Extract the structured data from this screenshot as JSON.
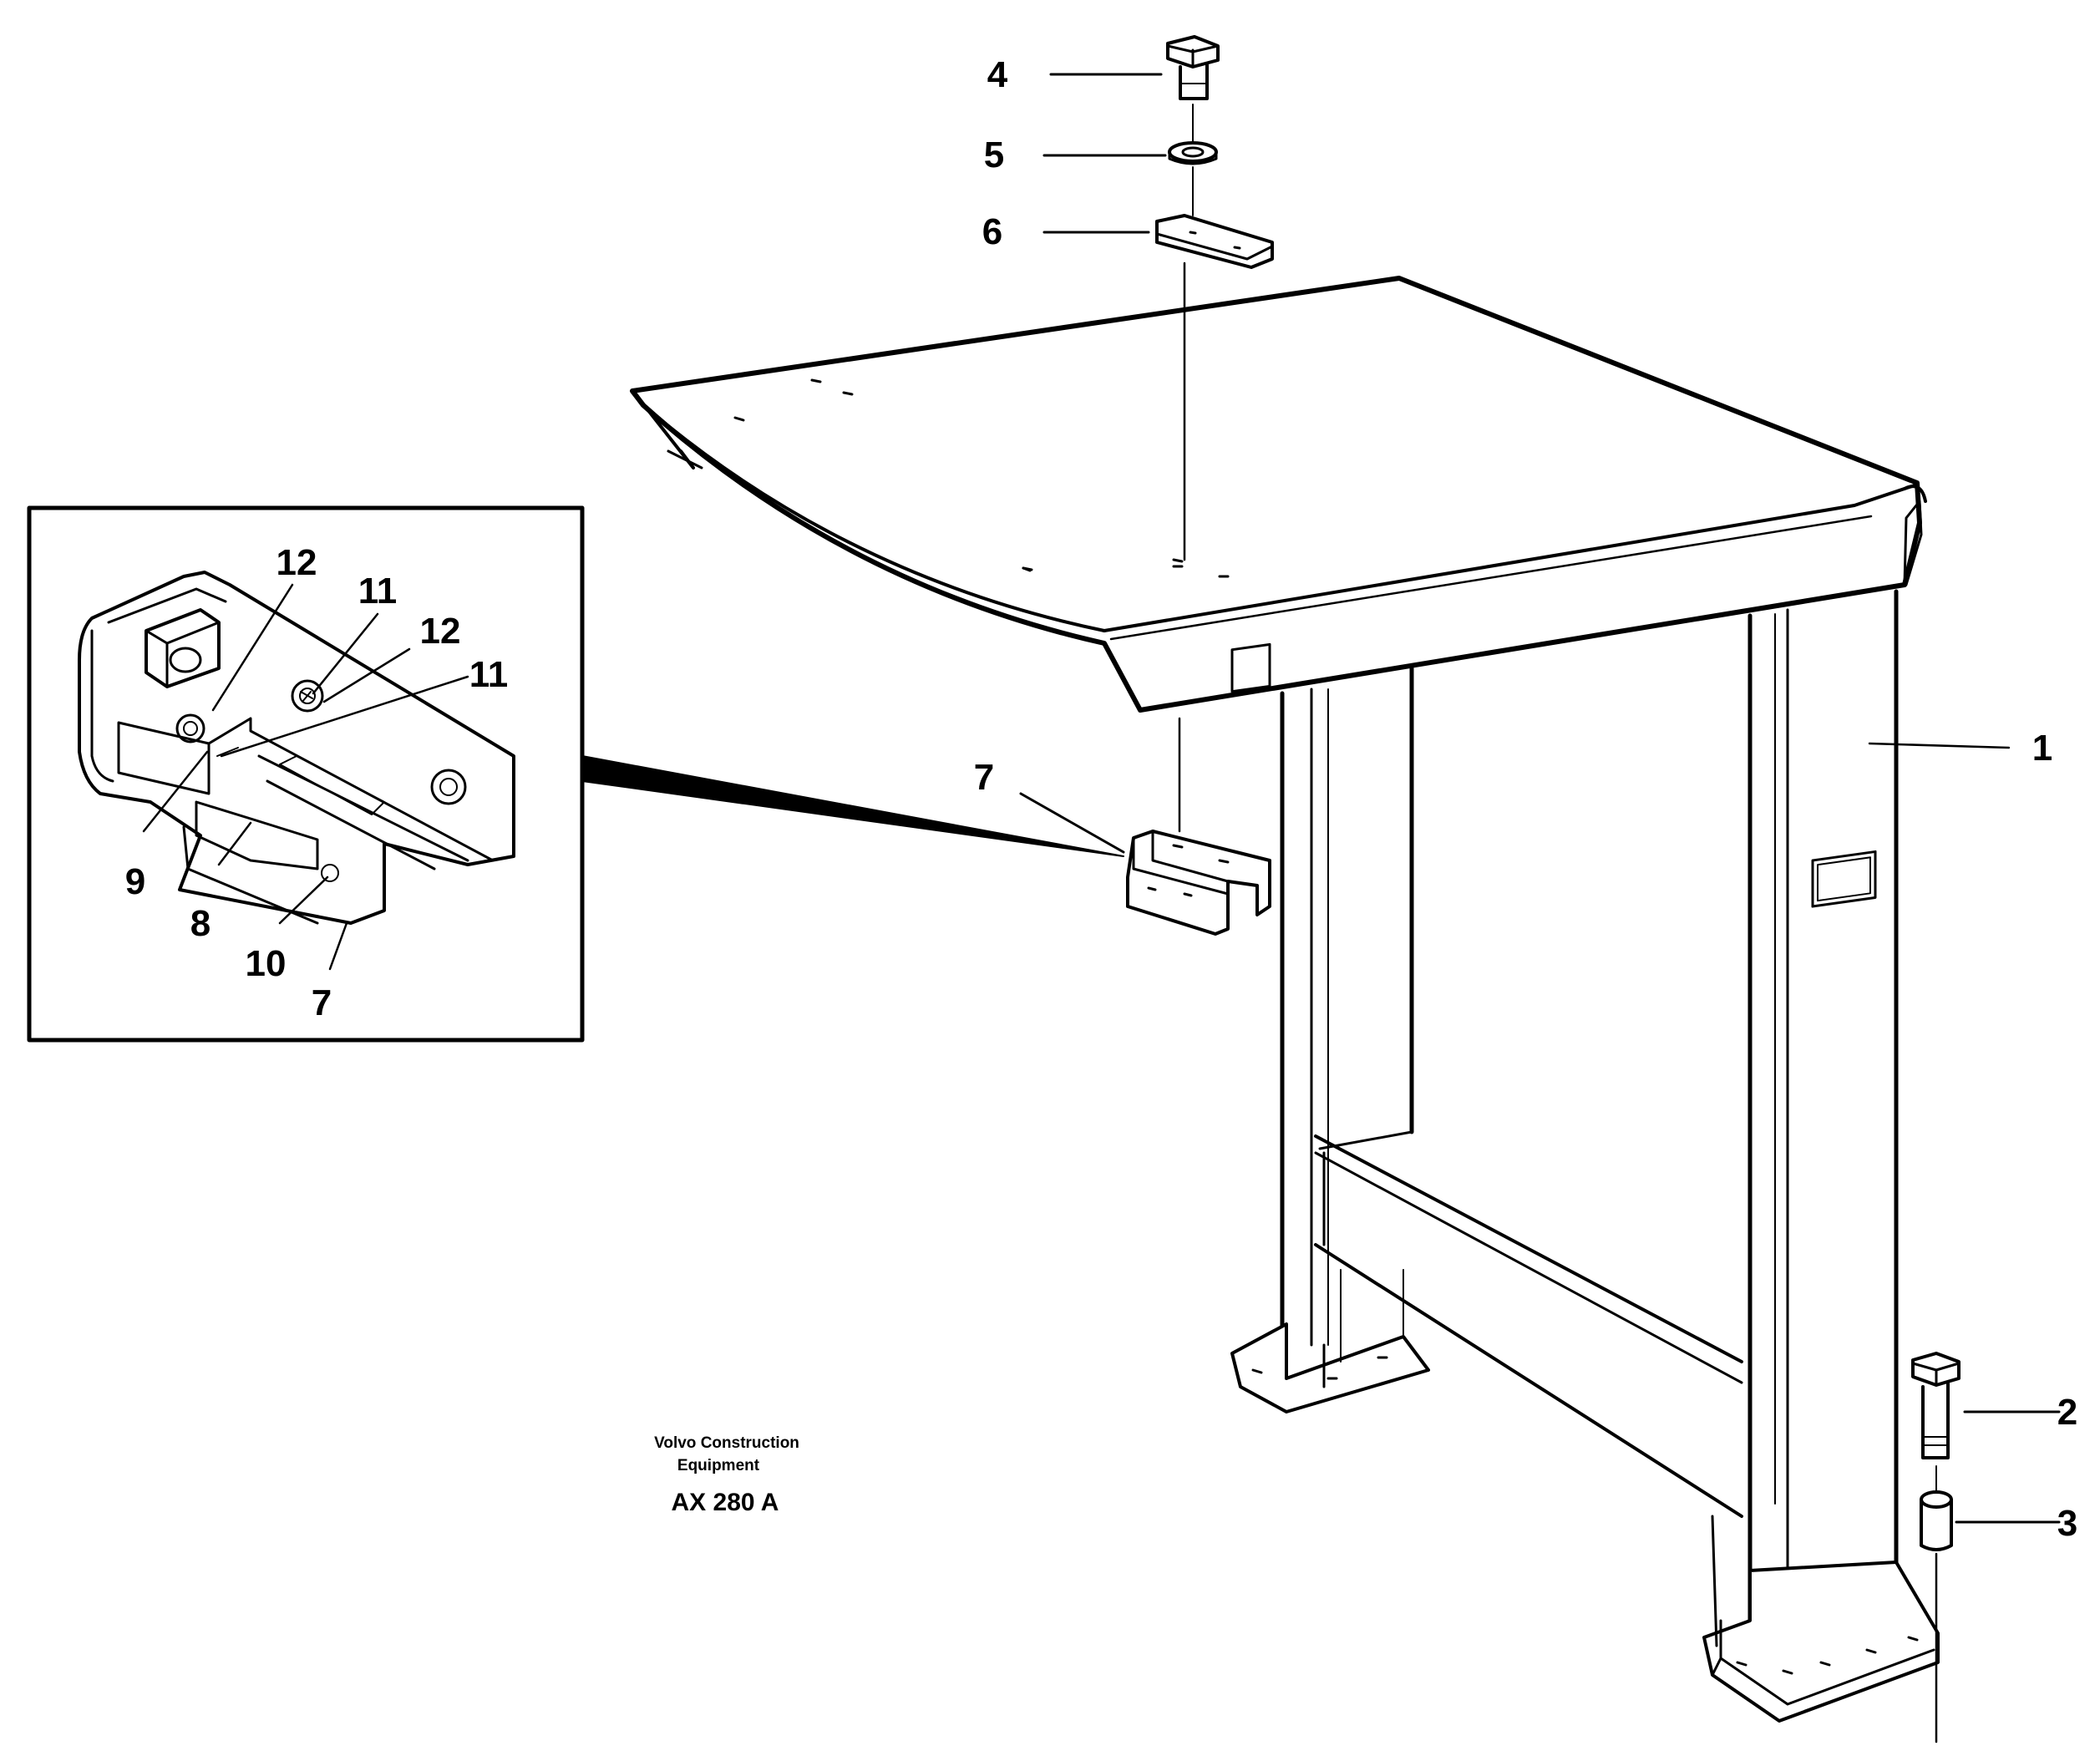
{
  "callouts": {
    "c1": "1",
    "c2": "2",
    "c3": "3",
    "c4": "4",
    "c5": "5",
    "c6": "6",
    "c7_main": "7",
    "c12_a": "12",
    "c11_a": "11",
    "c12_b": "12",
    "c11_b": "11",
    "c9": "9",
    "c8": "8",
    "c10": "10",
    "c7_detail": "7"
  },
  "caption": {
    "line1": "Volvo Construction",
    "line2": "Equipment",
    "code": "AX 280 A"
  }
}
